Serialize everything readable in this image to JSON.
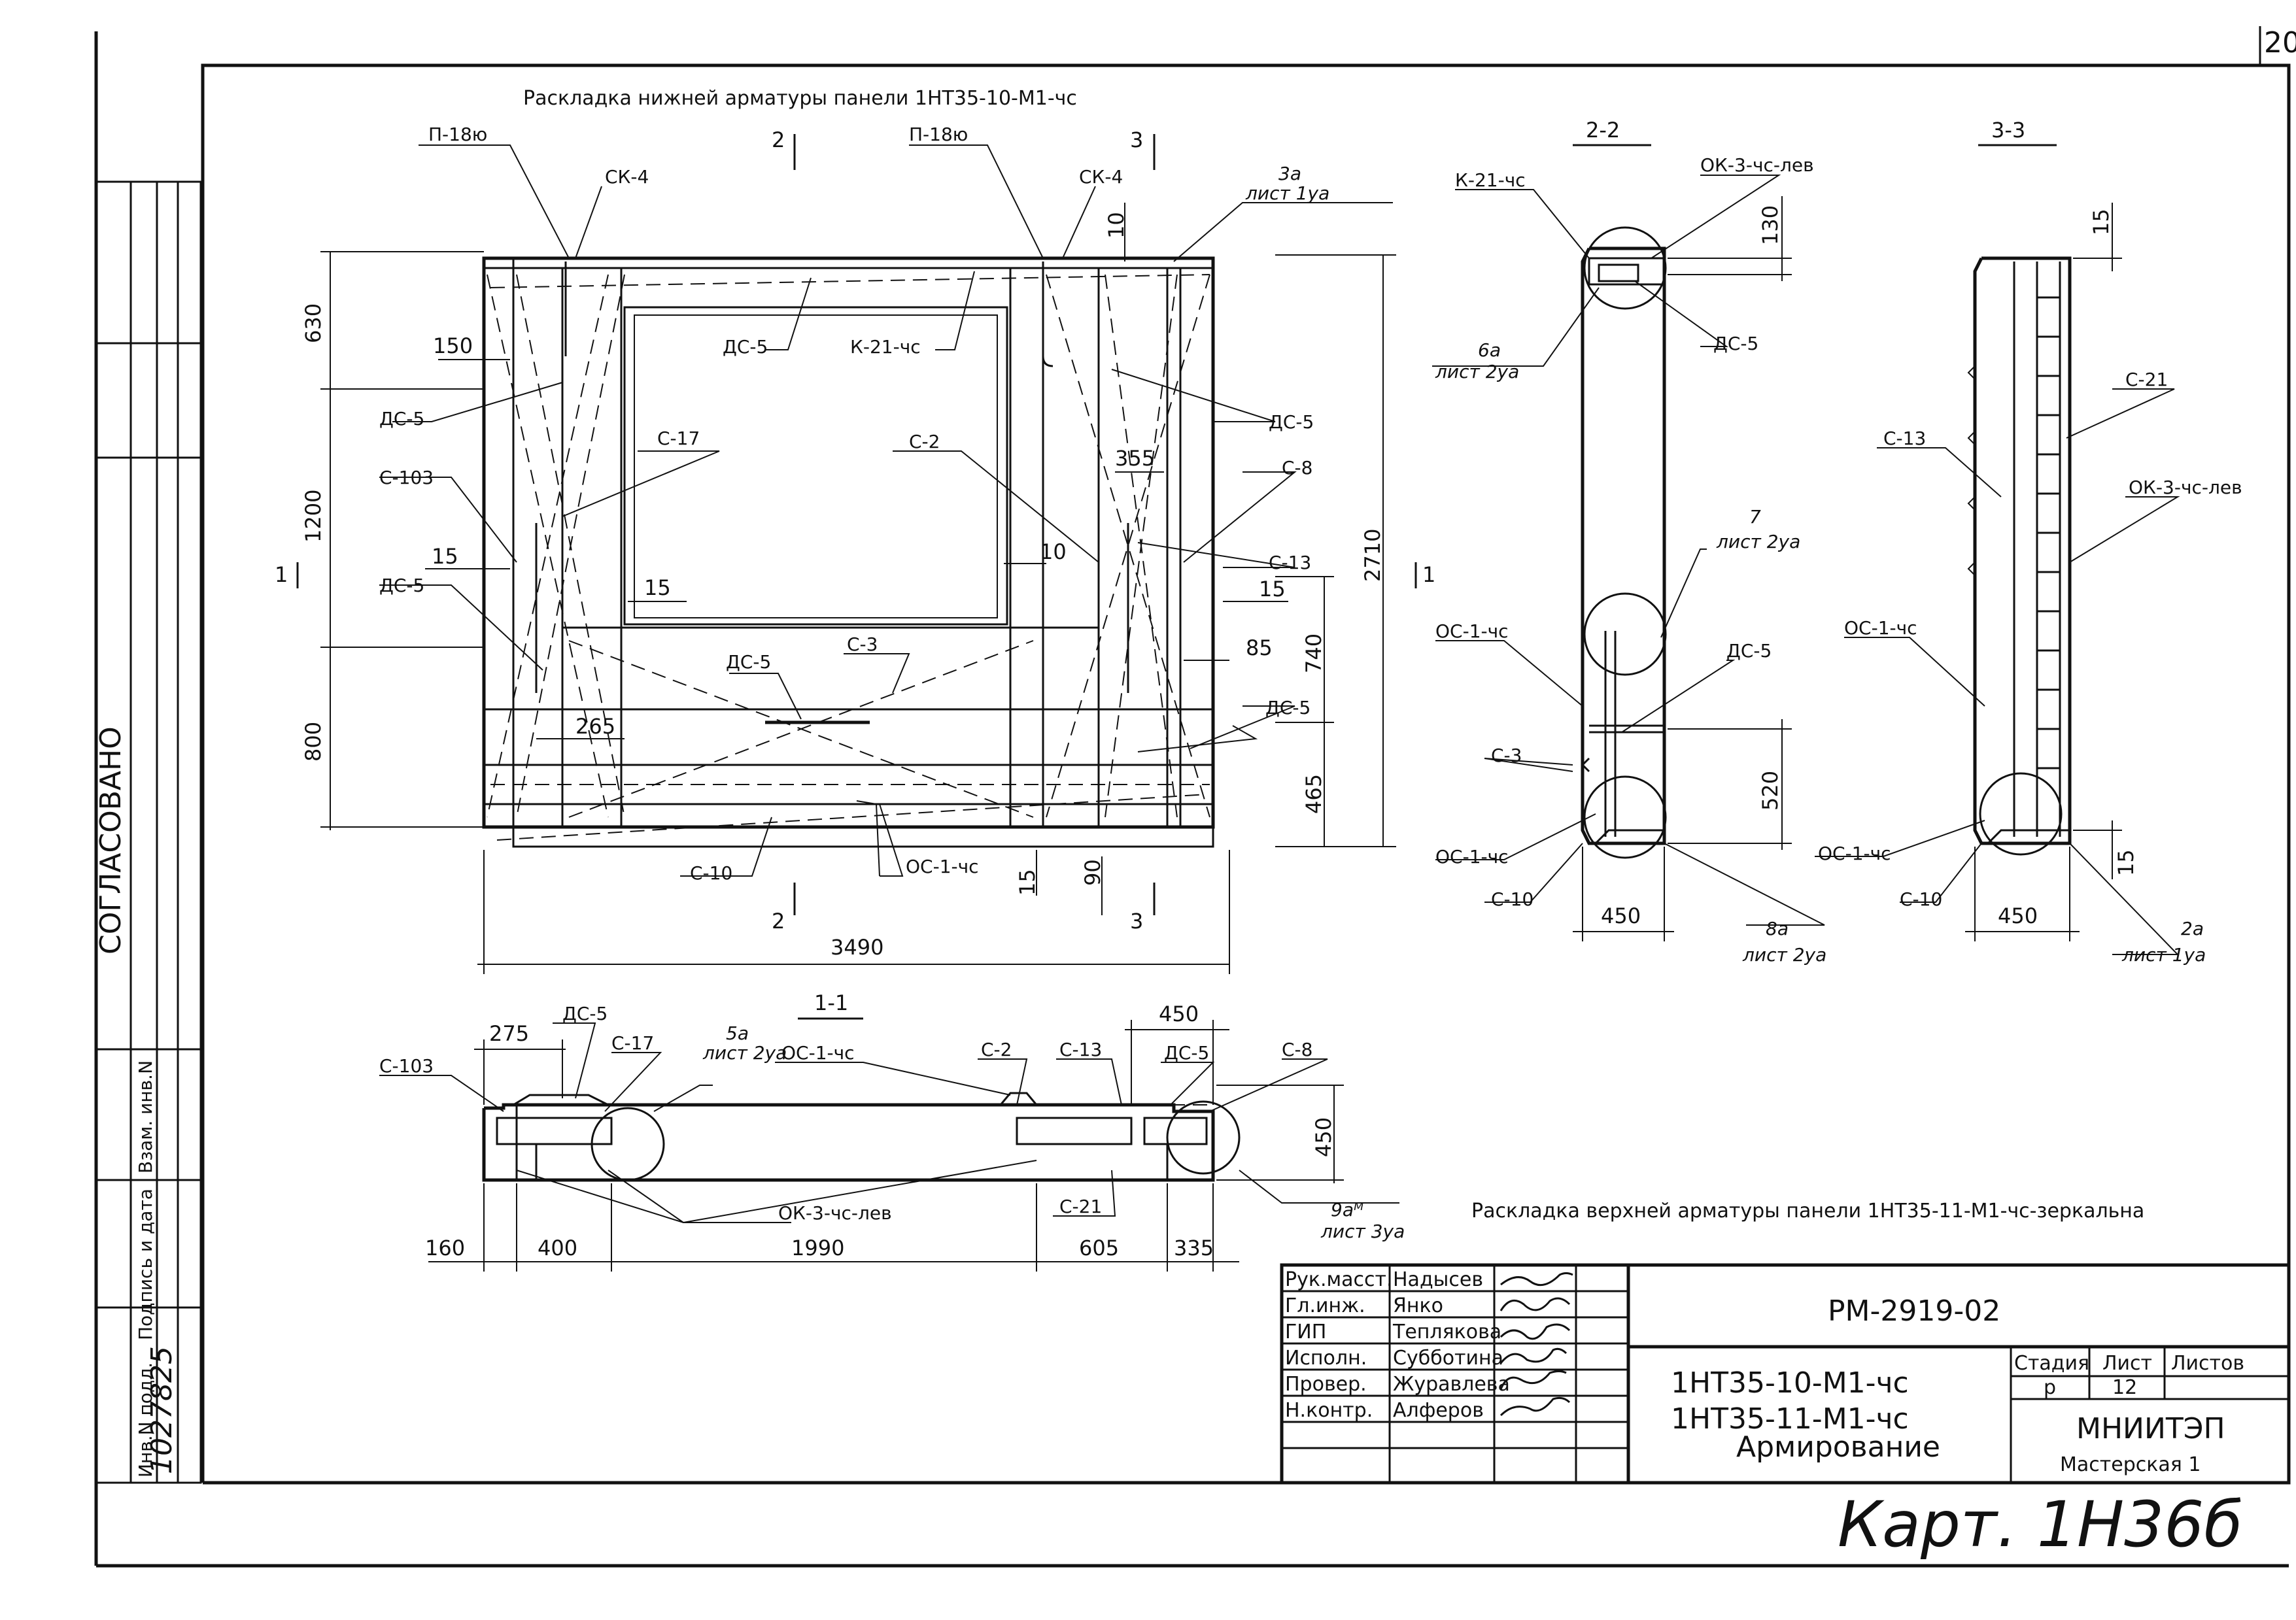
{
  "sheet": {
    "number": "20"
  },
  "titles": {
    "bottom_layout": "Раскладка нижней арматуры панели 1НТ35-10-М1-чс",
    "top_layout": "Раскладка верхней арматуры панели 1НТ35-11-М1-чс-зеркальна",
    "section_1_1": "1-1",
    "section_2_2": "2-2",
    "section_3_3": "3-3"
  },
  "side_stamp": {
    "agreed": "СОГЛАСОВАНО",
    "inv_original": "Инв.N подл.",
    "signature_date": "Подпись и дата",
    "replace_inv": "Взам. инв.N",
    "inv_number": "1027825"
  },
  "main_view": {
    "labels": [
      "П-18ю",
      "СК-4",
      "П-18ю",
      "СК-4",
      "ДС-5",
      "К-21-чс",
      "ДС-5",
      "С-17",
      "С-103",
      "ДС-5",
      "С-2",
      "ДС-5",
      "С-8",
      "С-13",
      "ДС-5",
      "С-3",
      "ДС-5",
      "С-10",
      "ОС-1-чс"
    ],
    "sheet_ref_main": "3а",
    "sheet_ref_main_sub": "лист 1уа",
    "dims_left": [
      "630",
      "1200",
      "800"
    ],
    "dims_inner": [
      "150",
      "15",
      "15",
      "265",
      "10",
      "355",
      "10",
      "15",
      "85",
      "15",
      "90"
    ],
    "dims_right": [
      "740",
      "465",
      "2710"
    ],
    "overall_width": "3490",
    "section_marks": [
      "2",
      "3",
      "1",
      "1",
      "2",
      "3"
    ]
  },
  "section_1_1_view": {
    "labels": [
      "ДС-5",
      "С-103",
      "С-17",
      "ОС-1-чс",
      "С-2",
      "С-13",
      "ДС-5",
      "С-8",
      "ОК-3-чс-лев",
      "С-21"
    ],
    "sheet_ref_5": "5а",
    "sheet_ref_5_sub": "лист 2уа",
    "sheet_ref_9": "9аᴹ",
    "sheet_ref_9_sub": "лист 3уа",
    "dims_top": [
      "275",
      "450"
    ],
    "dim_height": "450",
    "dims_bottom": [
      "160",
      "400",
      "1990",
      "605",
      "335"
    ]
  },
  "section_2_2_view": {
    "labels": [
      "К-21-чс",
      "ОК-3-чс-лев",
      "ДС-5",
      "ОС-1-чс",
      "ДС-5",
      "С-3",
      "ОС-1-чс",
      "С-10"
    ],
    "sheet_ref_6": "6а",
    "sheet_ref_6_sub": "лист 2уа",
    "sheet_ref_7": "7",
    "sheet_ref_7_sub": "лист 2уа",
    "sheet_ref_8": "8а",
    "sheet_ref_8_sub": "лист 2уа",
    "dims": [
      "130",
      "520",
      "450"
    ]
  },
  "section_3_3_view": {
    "labels": [
      "С-21",
      "С-13",
      "ОК-3-чс-лев",
      "ОС-1-чс",
      "ОС-1-чс",
      "С-10"
    ],
    "sheet_ref_2": "2а",
    "sheet_ref_2_sub": "лист 1уа",
    "dims": [
      "15",
      "15",
      "450"
    ]
  },
  "title_block": {
    "roles": [
      "Рук.масст.",
      "Гл.инж.",
      "ГИП",
      "Исполн.",
      "Провер.",
      "Н.контр."
    ],
    "names": [
      "Надысев",
      "Янко",
      "Теплякова",
      "Субботина",
      "Журавлева",
      "Алферов"
    ],
    "doc_code": "РМ-2919-02",
    "product_1": "1НТ35-10-М1-чс",
    "product_2": "1НТ35-11-М1-чс",
    "sheet_title": "Армирование",
    "col_stage": "Стадия",
    "col_sheet": "Лист",
    "col_sheets": "Листов",
    "stage": "р",
    "sheet": "12",
    "org": "МНИИТЭП",
    "workshop": "Мастерская 1"
  },
  "handwritten_note": "Карт. 1Н36б"
}
